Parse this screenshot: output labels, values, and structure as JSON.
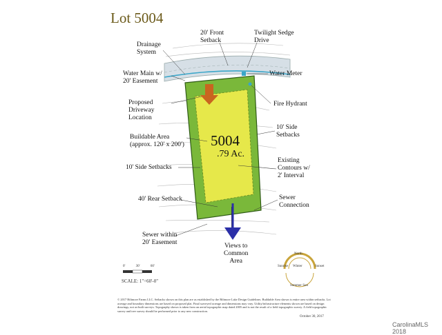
{
  "title": "Lot 5004",
  "lot": {
    "number": "5004",
    "acreage": ".79 Ac."
  },
  "labels": {
    "front_setback": [
      "20' Front",
      "Setback"
    ],
    "road": [
      "Twilight Sedge",
      "Drive"
    ],
    "drainage": [
      "Drainage",
      "System"
    ],
    "water_main": [
      "Water Main w/",
      "20' Easement"
    ],
    "water_meter": "Water Meter",
    "fire_hydrant": "Fire Hydrant",
    "driveway": [
      "Proposed",
      "Driveway",
      "Location"
    ],
    "buildable": [
      "Buildable Area",
      "(approx. 120' x 200')"
    ],
    "side_setbacks_right": [
      "10' Side",
      "Setbacks"
    ],
    "contours": [
      "Existing",
      "Contours w/",
      "2' Interval"
    ],
    "side_setbacks_left": "10' Side Setbacks",
    "rear_setback": "40' Rear Setback",
    "sewer_connection": [
      "Sewer",
      "Connection"
    ],
    "sewer_easement": [
      "Sewer within",
      "20' Easement"
    ],
    "views": [
      "Views to",
      "Common",
      "Area"
    ]
  },
  "sun_diagram": {
    "north": "North",
    "winter": "Winter",
    "summer": "Summer Sun",
    "sunrise": "Sunrise",
    "sunset": "Sunset"
  },
  "scale": {
    "ticks": [
      "0'",
      "30'",
      "60'"
    ],
    "text": "SCALE: 1\"=60'-0\""
  },
  "notes": "© 2017 Biltmore Farms LLC. Setbacks shown on this plan are as established by the Biltmore Lake Design Guidelines. Buildable Area shown is entire area within setbacks. Lot acreage and boundary dimensions are based on proposed plat. Final surveyed acreage and dimensions may vary. Utility/infrastructure elements shown are based on design drawings, not as-built surveys. Topography shown is taken from an aerial topographic map dated 2005 and is not the result of a field topographic survey. A field topographic survey and tree survey should be performed prior to any new construction.",
  "date": "October 30, 2017",
  "credit": "CarolinaMLS 2018",
  "colors": {
    "lot": "#7ab83a",
    "buildable": "#e6e84a",
    "title": "#6b5a1a",
    "road": "#d6dfe6",
    "driveway": "#c9651f",
    "views_arrow": "#2b2fa8",
    "water": "#3aa6c9"
  }
}
